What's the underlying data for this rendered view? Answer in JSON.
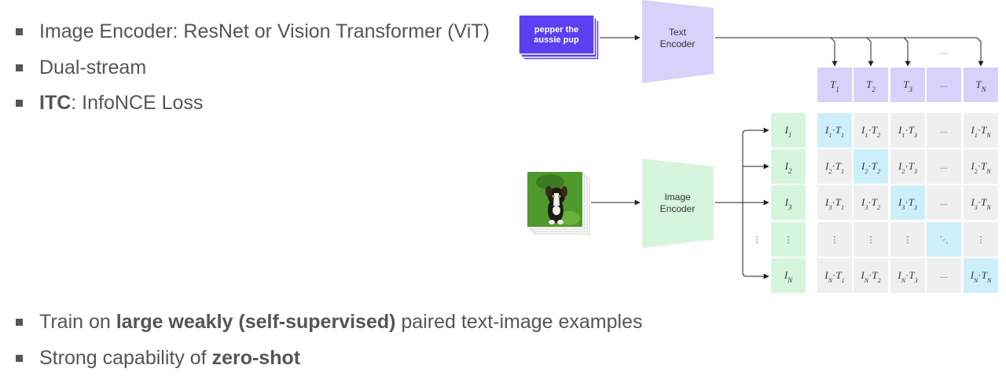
{
  "top_bullets": [
    {
      "pre": "",
      "bold": "",
      "post": "Image Encoder: ResNet or Vision Transformer (ViT)"
    },
    {
      "pre": "",
      "bold": "",
      "post": "Dual-stream"
    },
    {
      "pre": "",
      "bold": "ITC",
      "post": ": InfoNCE Loss"
    }
  ],
  "bottom_bullets": [
    {
      "pre": "Train on ",
      "bold": "large weakly (self-supervised)",
      "post": " paired text-image examples"
    },
    {
      "pre": "Strong capability of ",
      "bold": "zero-shot",
      "post": ""
    }
  ],
  "diagram": {
    "text_card": [
      "pepper the",
      "aussie pup"
    ],
    "text_encoder": [
      "Text",
      "Encoder"
    ],
    "image_encoder": [
      "Image",
      "Encoder"
    ],
    "dots_h": "...",
    "dots_v": "⋮",
    "dots_d": "⋱",
    "text_feats": [
      {
        "base": "T",
        "sub": "1"
      },
      {
        "base": "T",
        "sub": "2"
      },
      {
        "base": "T",
        "sub": "3"
      },
      {
        "dots": "..."
      },
      {
        "base": "T",
        "sub": "N"
      }
    ],
    "image_feats": [
      {
        "base": "I",
        "sub": "1"
      },
      {
        "base": "I",
        "sub": "2"
      },
      {
        "base": "I",
        "sub": "3"
      },
      {
        "dots": "⋮"
      },
      {
        "base": "I",
        "sub": "N"
      }
    ],
    "colors": {
      "text_card": "#5b3ff0",
      "text_encoder": "#d8d2fb",
      "image_encoder": "#d6f5dd",
      "text_feat_cell": "#d8d2fb",
      "image_feat_cell": "#d6f5dd",
      "matrix_cell": "#efefef",
      "diagonal_cell": "#cdeffb",
      "grass": "#4f9a2c"
    }
  }
}
